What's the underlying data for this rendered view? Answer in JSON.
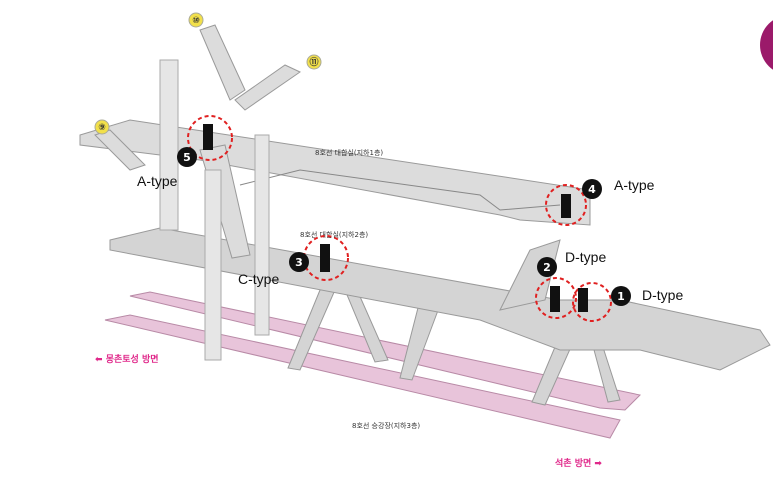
{
  "levels": {
    "b1": "8호선 대합실(지하1층)",
    "b2": "8호선 대합실(지하2층)",
    "b3": "8호선 승강장(지하3층)"
  },
  "directions": {
    "left": "몽촌토성 방면",
    "right": "석촌 방면"
  },
  "exits": [
    "⑨",
    "⑩",
    "⑪"
  ],
  "markers": [
    {
      "num": "1",
      "type": "D-type"
    },
    {
      "num": "2",
      "type": "D-type"
    },
    {
      "num": "3",
      "type": "C-type"
    },
    {
      "num": "4",
      "type": "A-type"
    },
    {
      "num": "5",
      "type": "A-type"
    }
  ],
  "colors": {
    "accent": "#e0288a",
    "marker_ring": "#e02020",
    "corner": "#9b1a6a"
  }
}
